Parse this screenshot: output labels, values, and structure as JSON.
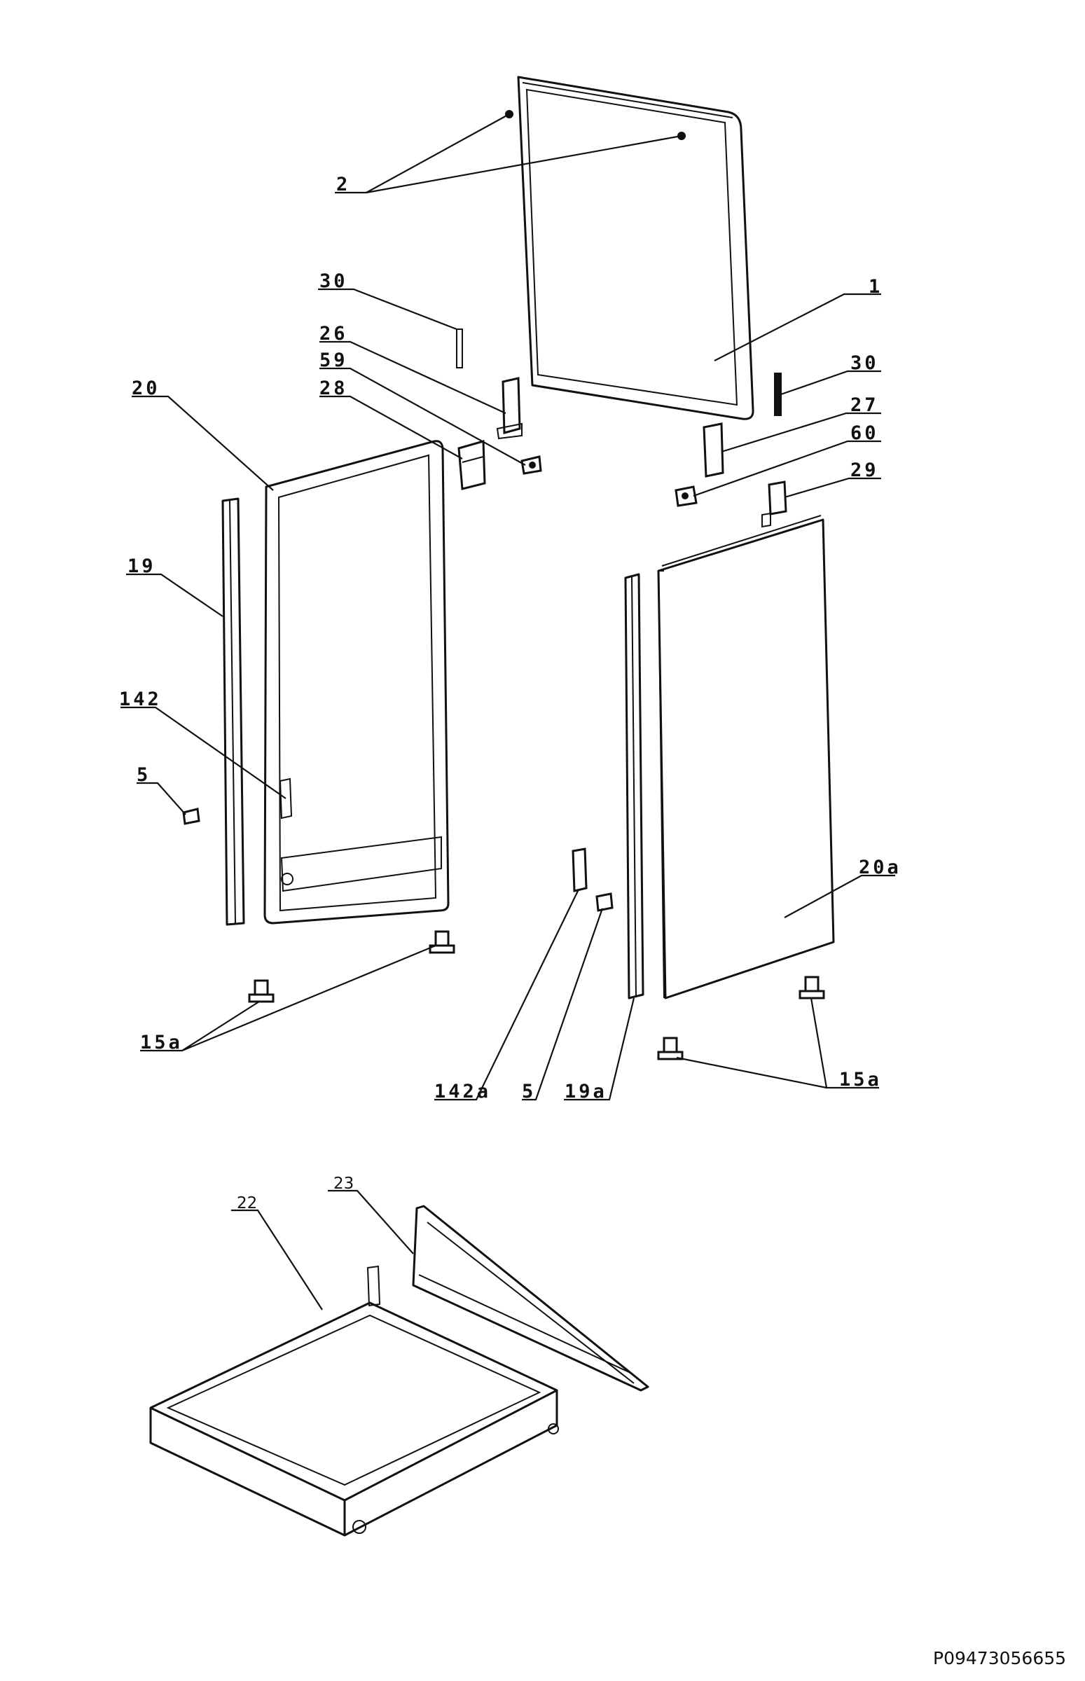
{
  "labels": {
    "l2": "2",
    "l1": "1",
    "l30a": "30",
    "l30b": "30",
    "l26": "26",
    "l59": "59",
    "l28": "28",
    "l20": "20",
    "l27": "27",
    "l60": "60",
    "l29": "29",
    "l19": "19",
    "l142": "142",
    "l5a": "5",
    "l20a": "20a",
    "l15a_left": "15a",
    "l142a": "142a",
    "l5b": "5",
    "l19a": "19a",
    "l15a_right": "15a",
    "l23": "23",
    "l22": "22"
  },
  "reference_code": "P09473056655"
}
